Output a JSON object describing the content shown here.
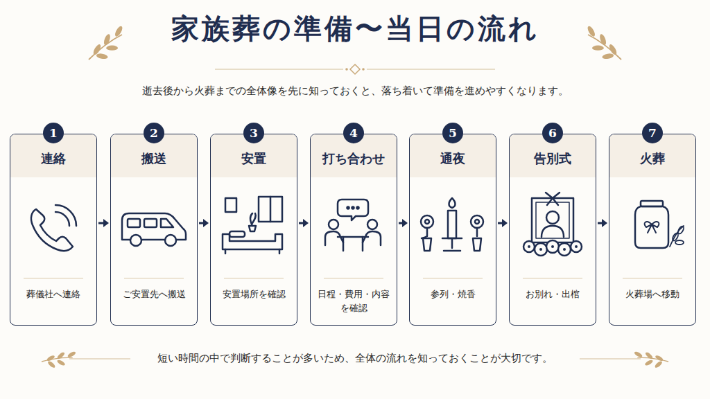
{
  "diagram": {
    "title": "家族葬の準備〜当日の流れ",
    "caption": "短い時間の中で判断することが多いため、全体の流れを知っておくことが大切です。",
    "nodes": [
      {
        "text": [
          "1",
          "連絡",
          "葬儀社へ連絡"
        ]
      },
      {
        "text": [
          "2",
          "搬送",
          "ご安置先へ搬送"
        ]
      },
      {
        "text": [
          "3",
          "安置",
          "安置場所を確認"
        ]
      },
      {
        "text": [
          "4",
          "打ち合わせ",
          "日程・費用・内容を確認"
        ]
      },
      {
        "text": [
          "5",
          "通夜",
          "参列・焼香"
        ]
      },
      {
        "text": [
          "6",
          "告別式",
          "お別れ・出棺"
        ]
      },
      {
        "text": [
          "7",
          "火葬",
          "火葬場へ移動"
        ]
      }
    ],
    "edges": [
      {
        "from": 0,
        "to": 1,
        "arrow": "to"
      },
      {
        "from": 1,
        "to": 2,
        "arrow": "to"
      },
      {
        "from": 2,
        "to": 3,
        "arrow": "to"
      },
      {
        "from": 3,
        "to": 4,
        "arrow": "to"
      },
      {
        "from": 4,
        "to": 5,
        "arrow": "to"
      },
      {
        "from": 5,
        "to": 6,
        "arrow": "to"
      }
    ],
    "labels": [
      "逝去後から火葬までの全体像を先に知っておくと、落ち着いて準備を進めやすくなります。"
    ]
  }
}
